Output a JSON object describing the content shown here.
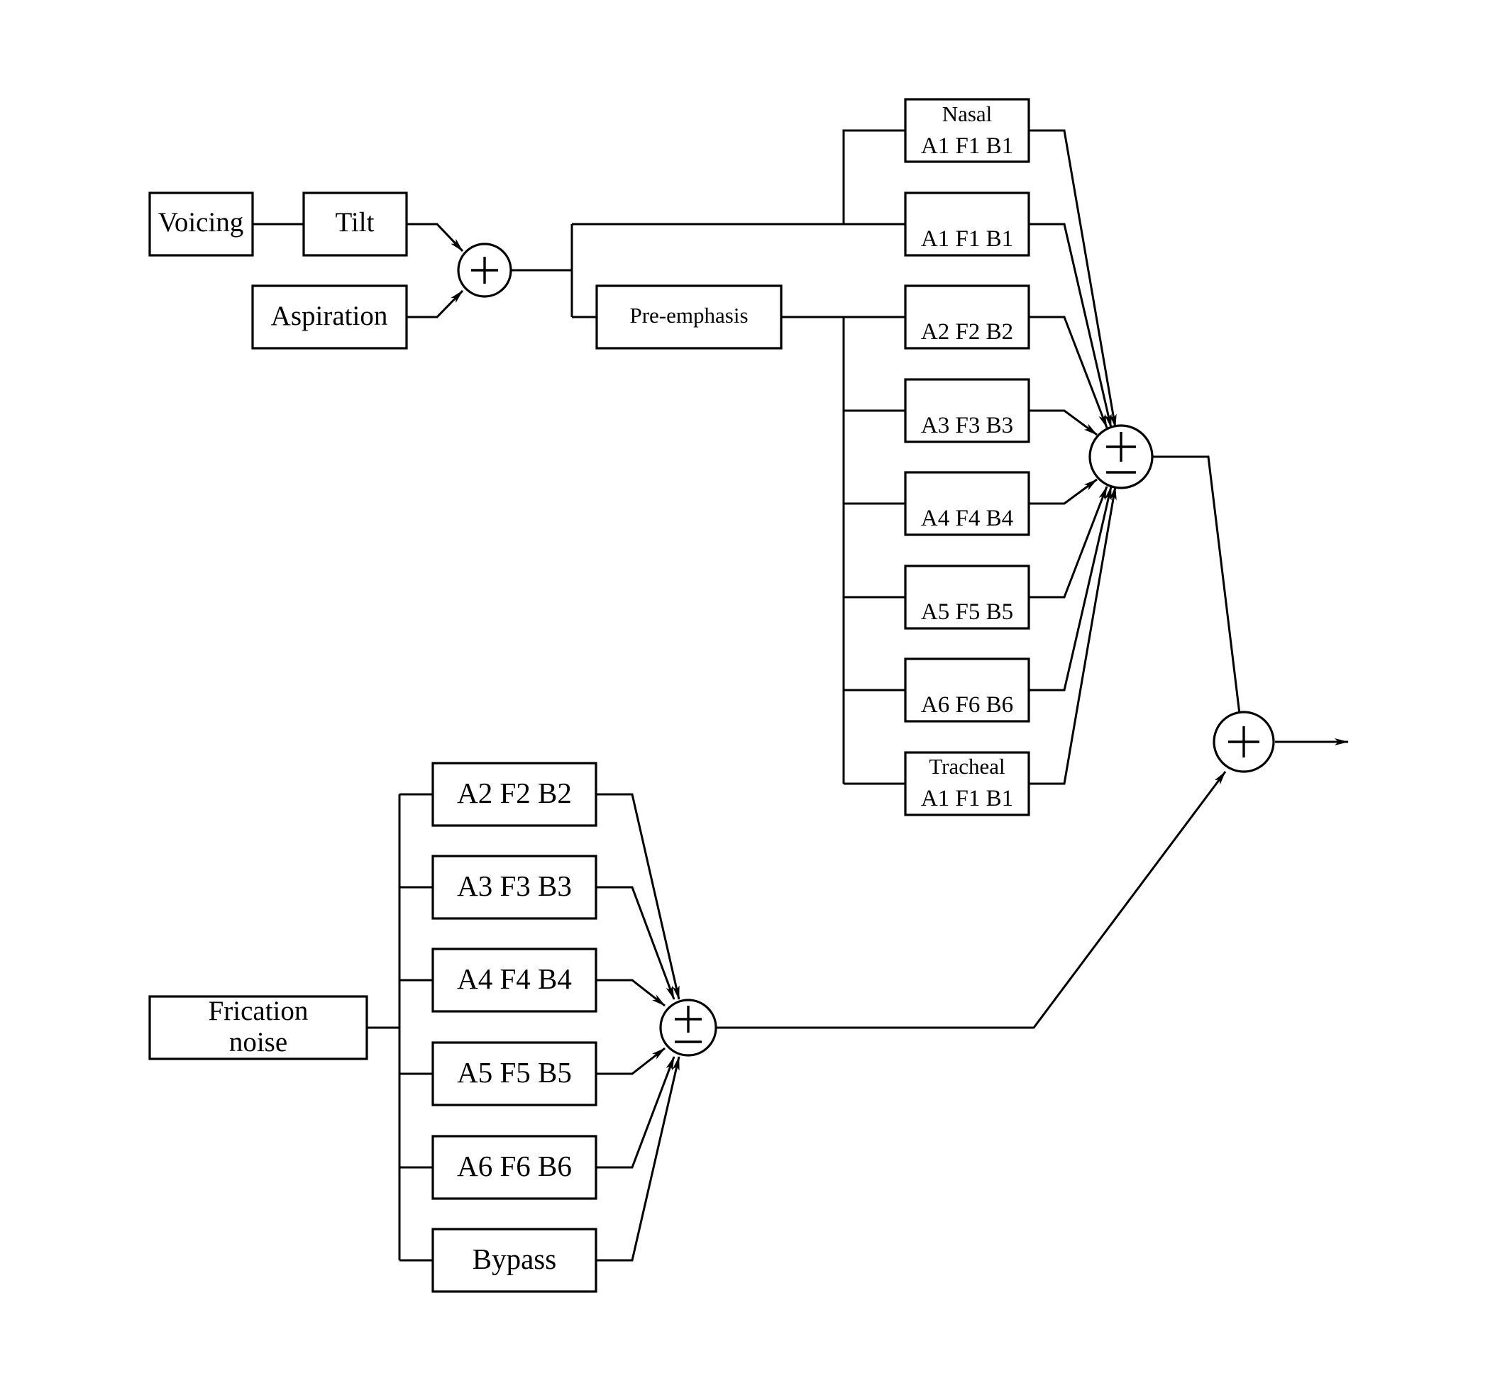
{
  "diagram": {
    "type": "block-diagram",
    "title": "",
    "colors": {
      "stroke": "#000000",
      "background": "#ffffff"
    },
    "sources": {
      "voicing": "Voicing",
      "tilt": "Tilt",
      "aspiration": "Aspiration",
      "pre_emphasis": "Pre-emphasis",
      "frication_line1": "Frication",
      "frication_line2": "noise"
    },
    "cascade": {
      "nasal": {
        "title": "Nasal",
        "params": "A1 F1 B1"
      },
      "formants": [
        "A1 F1 B1",
        "A2 F2 B2",
        "A3 F3 B3",
        "A4 F4 B4",
        "A5 F5 B5",
        "A6 F6 B6"
      ],
      "tracheal": {
        "title": "Tracheal",
        "params": "A1 F1 B1"
      }
    },
    "frication_branch": {
      "formants": [
        "A2 F2 B2",
        "A3 F3 B3",
        "A4 F4 B4",
        "A5 F5 B5",
        "A6 F6 B6",
        "Bypass"
      ]
    },
    "nodes": {
      "source_sum": "+",
      "voiced_sum": "±",
      "frication_sum": "±",
      "output_sum": "+"
    },
    "edges": [
      [
        "voicing",
        "tilt"
      ],
      [
        "tilt",
        "source_sum"
      ],
      [
        "aspiration",
        "source_sum"
      ],
      [
        "source_sum",
        "nasal"
      ],
      [
        "source_sum",
        "A1 F1 B1"
      ],
      [
        "source_sum",
        "pre_emphasis"
      ],
      [
        "pre_emphasis",
        "A2 F2 B2 .. A6 F6 B6, tracheal"
      ],
      [
        "voiced branch filters",
        "voiced_sum"
      ],
      [
        "frication_noise",
        "frication filters"
      ],
      [
        "frication filters",
        "frication_sum"
      ],
      [
        "voiced_sum",
        "output_sum"
      ],
      [
        "frication_sum",
        "output_sum"
      ],
      [
        "output_sum",
        "output"
      ]
    ]
  }
}
